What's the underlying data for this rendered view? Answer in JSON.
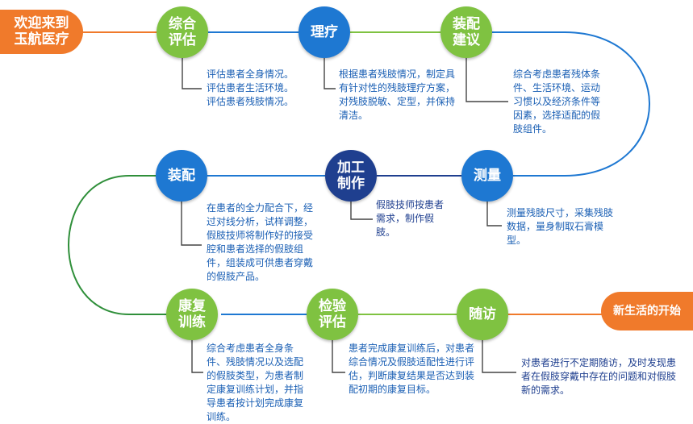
{
  "start": "欢迎来到玉航医疗",
  "end": "新生活的开始",
  "colors": {
    "orange": "#f07a2b",
    "green": "#7fc241",
    "blue": "#1e78d2",
    "navy": "#1f3f8f",
    "text_blue": "#1a5fb4"
  },
  "steps": [
    {
      "label": "综合评估",
      "desc": "评估患者全身情况。评估患者生活环境。评估患者残肢情况。"
    },
    {
      "label": "理疗",
      "desc": "根据患者残肢情况，制定具有针对性的残肢理疗方案，对残肢脱敏、定型，并保持清洁。"
    },
    {
      "label": "装配建议",
      "desc": "综合考虑患者残体条件、生活环境、运动习惯以及经济条件等因素，选择适配的假肢组件。"
    },
    {
      "label": "测量",
      "desc": "测量残肢尺寸，采集残肢数据，量身制取石膏模型。"
    },
    {
      "label": "加工制作",
      "desc": "假肢技师按患者需求，制作假肢。"
    },
    {
      "label": "装配",
      "desc": "在患者的全力配合下，经过对线分析，试样调整，假肢技师将制作好的接受腔和患者选择的假肢组件，组装成可供患者穿戴的假肢产品。"
    },
    {
      "label": "康复训练",
      "desc": "综合考虑患者全身条件、残肢情况以及选配的假肢类型，为患者制定康复训练计划，并指导患者按计划完成康复训练。"
    },
    {
      "label": "检验评估",
      "desc": "患者完成康复训练后，对患者综合情况及假肢适配性进行评估，判断康复结果是否达到装配初期的康复目标。"
    },
    {
      "label": "随访",
      "desc": "对患者进行不定期随访，及时发现患者在假肢穿戴中存在的问题和对假肢新的需求。"
    }
  ]
}
